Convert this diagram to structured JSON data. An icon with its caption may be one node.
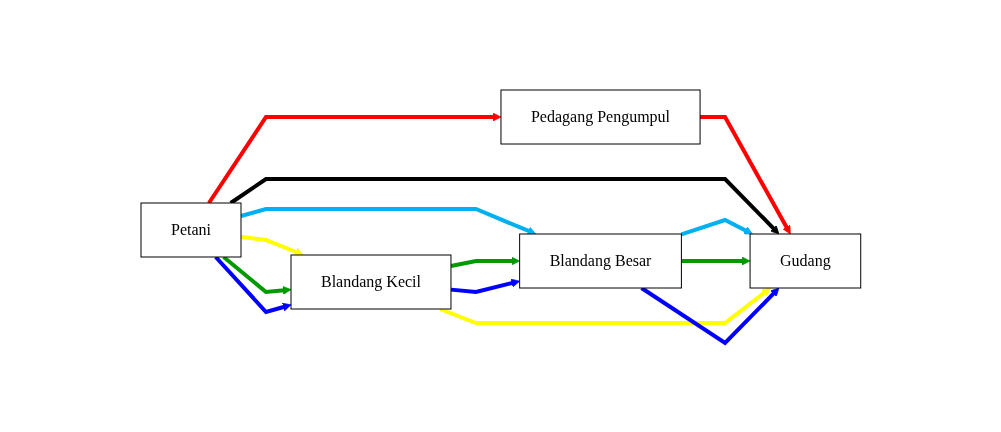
{
  "diagram": {
    "nodes": [
      {
        "text": [
          "Pedagang Pengumpul"
        ]
      },
      {
        "text": [
          "Petani"
        ]
      },
      {
        "text": [
          "Gudang"
        ]
      },
      {
        "text": [
          "Blandang Kecil"
        ]
      },
      {
        "text": [
          "Blandang Besar"
        ]
      }
    ],
    "edges": [
      {
        "from": 1,
        "to": 0,
        "arrow": "to",
        "color": "#ff0000"
      },
      {
        "from": 0,
        "to": 2,
        "arrow": "to",
        "color": "#ff0000"
      },
      {
        "from": 1,
        "to": 2,
        "arrow": "to",
        "color": "#000000"
      },
      {
        "from": 1,
        "to": 3,
        "arrow": "to",
        "color": "#ffff00"
      },
      {
        "from": 1,
        "to": 4,
        "arrow": "to",
        "color": "#00b0f0"
      },
      {
        "from": 4,
        "to": 2,
        "arrow": "to",
        "color": "#00b0f0"
      },
      {
        "from": 1,
        "to": 3,
        "arrow": "to",
        "color": "#009900"
      },
      {
        "from": 1,
        "to": 3,
        "arrow": "to",
        "color": "#0000ff"
      },
      {
        "from": 3,
        "to": 4,
        "arrow": "to",
        "color": "#009900"
      },
      {
        "from": 3,
        "to": 4,
        "arrow": "to",
        "color": "#0000ff"
      },
      {
        "from": 4,
        "to": 2,
        "arrow": "to",
        "color": "#009900"
      },
      {
        "from": 3,
        "to": 2,
        "arrow": "to",
        "color": "#ffff00"
      },
      {
        "from": 4,
        "to": 2,
        "arrow": "to",
        "color": "#0000ff"
      }
    ]
  }
}
